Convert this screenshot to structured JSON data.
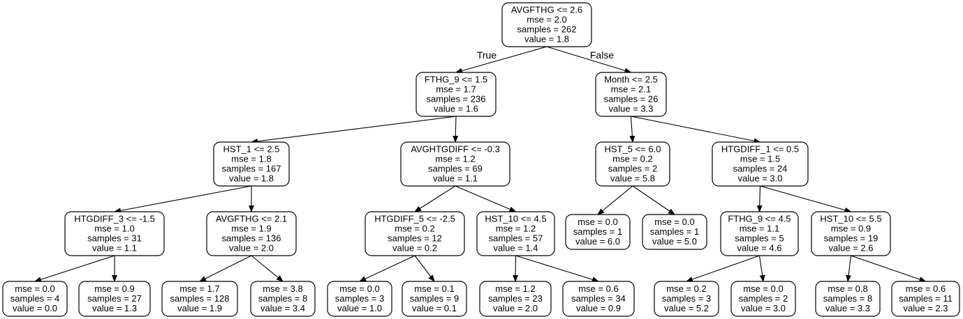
{
  "tree": {
    "edge_labels": {
      "left": "True",
      "right": "False"
    },
    "nodes": [
      {
        "id": "n0",
        "lines": [
          "AVGFTHG <= 2.6",
          "mse = 2.0",
          "samples = 262",
          "value = 1.8"
        ]
      },
      {
        "id": "n1",
        "lines": [
          "FTHG_9 <= 1.5",
          "mse = 1.7",
          "samples = 236",
          "value = 1.6"
        ]
      },
      {
        "id": "n2",
        "lines": [
          "HST_1 <= 2.5",
          "mse = 1.8",
          "samples = 167",
          "value = 1.8"
        ]
      },
      {
        "id": "n3",
        "lines": [
          "HTGDIFF_3 <= -1.5",
          "mse = 1.0",
          "samples = 31",
          "value = 1.1"
        ]
      },
      {
        "id": "n4",
        "lines": [
          "mse = 0.0",
          "samples = 4",
          "value = 0.0"
        ]
      },
      {
        "id": "n5",
        "lines": [
          "mse = 0.9",
          "samples = 27",
          "value = 1.3"
        ]
      },
      {
        "id": "n6",
        "lines": [
          "AVGFTHG <= 2.1",
          "mse = 1.9",
          "samples = 136",
          "value = 2.0"
        ]
      },
      {
        "id": "n7",
        "lines": [
          "mse = 1.7",
          "samples = 128",
          "value = 1.9"
        ]
      },
      {
        "id": "n8",
        "lines": [
          "mse = 3.8",
          "samples = 8",
          "value = 3.4"
        ]
      },
      {
        "id": "n9",
        "lines": [
          "AVGHTGDIFF <= -0.3",
          "mse = 1.2",
          "samples = 69",
          "value = 1.1"
        ]
      },
      {
        "id": "n10",
        "lines": [
          "HTGDIFF_5 <= -2.5",
          "mse = 0.2",
          "samples = 12",
          "value = 0.2"
        ]
      },
      {
        "id": "n11",
        "lines": [
          "mse = 0.0",
          "samples = 3",
          "value = 1.0"
        ]
      },
      {
        "id": "n12",
        "lines": [
          "mse = 0.1",
          "samples = 9",
          "value = 0.1"
        ]
      },
      {
        "id": "n13",
        "lines": [
          "HST_10 <= 4.5",
          "mse = 1.2",
          "samples = 57",
          "value = 1.4"
        ]
      },
      {
        "id": "n14",
        "lines": [
          "mse = 1.2",
          "samples = 23",
          "value = 2.0"
        ]
      },
      {
        "id": "n15",
        "lines": [
          "mse = 0.6",
          "samples = 34",
          "value = 0.9"
        ]
      },
      {
        "id": "n16",
        "lines": [
          "Month <= 2.5",
          "mse = 2.1",
          "samples = 26",
          "value = 3.3"
        ]
      },
      {
        "id": "n17",
        "lines": [
          "HST_5 <= 6.0",
          "mse = 0.2",
          "samples = 2",
          "value = 5.8"
        ]
      },
      {
        "id": "n18",
        "lines": [
          "mse = 0.0",
          "samples = 1",
          "value = 6.0"
        ]
      },
      {
        "id": "n19",
        "lines": [
          "mse = 0.0",
          "samples = 1",
          "value = 5.0"
        ]
      },
      {
        "id": "n20",
        "lines": [
          "HTGDIFF_1 <= 0.5",
          "mse = 1.5",
          "samples = 24",
          "value = 3.0"
        ]
      },
      {
        "id": "n21",
        "lines": [
          "FTHG_9 <= 4.5",
          "mse = 1.1",
          "samples = 5",
          "value = 4.6"
        ]
      },
      {
        "id": "n22",
        "lines": [
          "mse = 0.2",
          "samples = 3",
          "value = 5.2"
        ]
      },
      {
        "id": "n23",
        "lines": [
          "mse = 0.0",
          "samples = 2",
          "value = 3.0"
        ]
      },
      {
        "id": "n24",
        "lines": [
          "HST_10 <= 5.5",
          "mse = 0.9",
          "samples = 19",
          "value = 2.6"
        ]
      },
      {
        "id": "n25",
        "lines": [
          "mse = 0.8",
          "samples = 8",
          "value = 3.3"
        ]
      },
      {
        "id": "n26",
        "lines": [
          "mse = 0.6",
          "samples = 11",
          "value = 2.3"
        ]
      }
    ],
    "edges": [
      [
        "n0",
        "n1"
      ],
      [
        "n0",
        "n16"
      ],
      [
        "n1",
        "n2"
      ],
      [
        "n1",
        "n9"
      ],
      [
        "n2",
        "n3"
      ],
      [
        "n2",
        "n6"
      ],
      [
        "n3",
        "n4"
      ],
      [
        "n3",
        "n5"
      ],
      [
        "n6",
        "n7"
      ],
      [
        "n6",
        "n8"
      ],
      [
        "n9",
        "n10"
      ],
      [
        "n9",
        "n13"
      ],
      [
        "n10",
        "n11"
      ],
      [
        "n10",
        "n12"
      ],
      [
        "n13",
        "n14"
      ],
      [
        "n13",
        "n15"
      ],
      [
        "n16",
        "n17"
      ],
      [
        "n16",
        "n20"
      ],
      [
        "n17",
        "n18"
      ],
      [
        "n17",
        "n19"
      ],
      [
        "n20",
        "n21"
      ],
      [
        "n20",
        "n24"
      ],
      [
        "n21",
        "n22"
      ],
      [
        "n21",
        "n23"
      ],
      [
        "n24",
        "n25"
      ],
      [
        "n24",
        "n26"
      ]
    ]
  }
}
